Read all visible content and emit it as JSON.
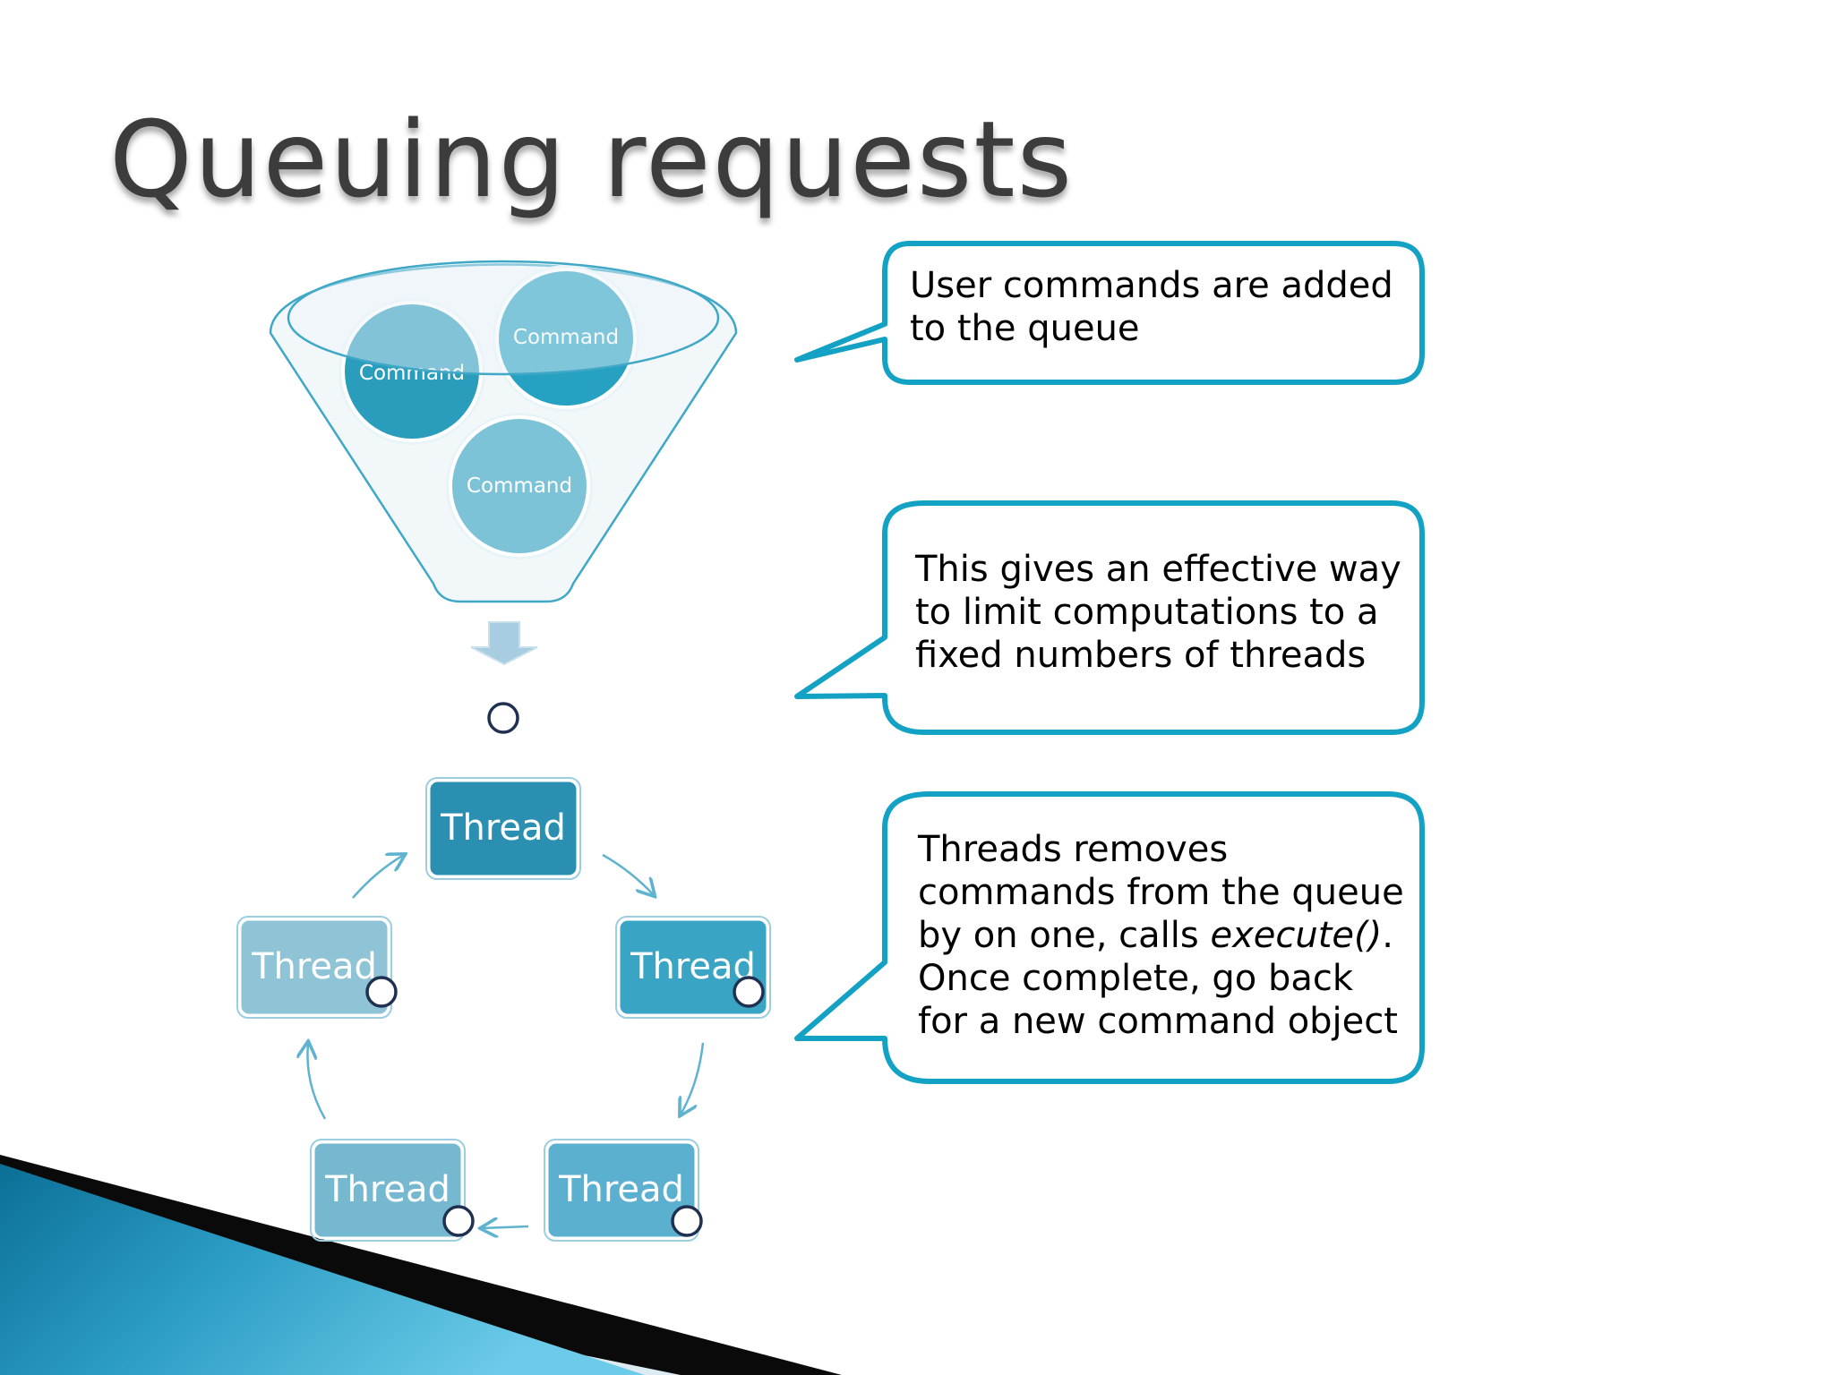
{
  "slide": {
    "title": "Queuing requests"
  },
  "funnel": {
    "items": [
      {
        "label": "Command"
      },
      {
        "label": "Command"
      },
      {
        "label": "Command"
      }
    ]
  },
  "cycle": {
    "threads": [
      {
        "label": "Thread"
      },
      {
        "label": "Thread"
      },
      {
        "label": "Thread"
      },
      {
        "label": "Thread"
      },
      {
        "label": "Thread"
      }
    ]
  },
  "callouts": [
    {
      "text": "User commands are added\nto the queue"
    },
    {
      "text": "This gives an effective way\nto limit computations to a\nfixed numbers of threads"
    },
    {
      "text_before": "Threads removes\ncommands from the queue\nby on one, calls ",
      "text_italic": "execute()",
      "text_after": ".\nOnce complete, go back\nfor a new command object"
    }
  ],
  "colors": {
    "accent": "#13a2c4",
    "thread_dark": "#2a8fb0",
    "thread_mid": "#3aa4c5",
    "thread_light": "#8fc3d6",
    "command_dark": "#2a9cbc",
    "command_light": "#7cc3d8"
  }
}
